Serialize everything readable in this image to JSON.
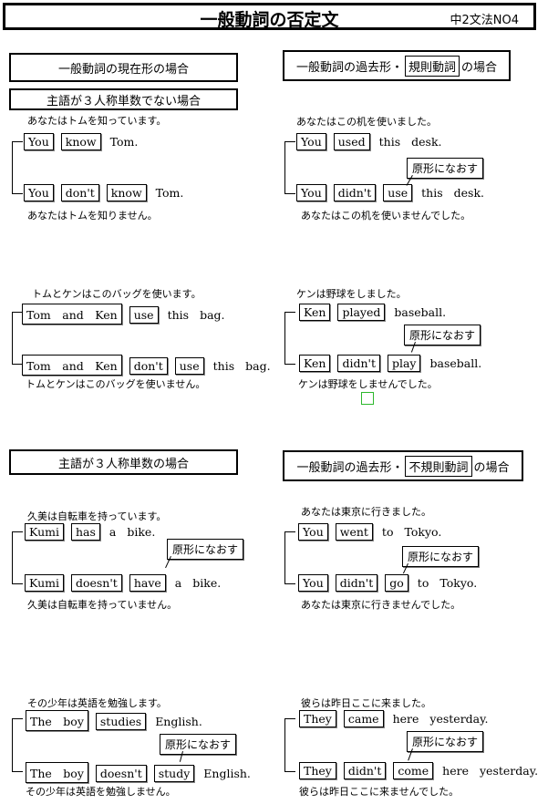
{
  "header": {
    "title": "一般動詞の否定文",
    "subtitle": "中2文法NO4"
  },
  "sections": {
    "present": "一般動詞の現在形の場合",
    "not_third": "主語が３人称単数でない場合",
    "third": "主語が３人称単数の場合",
    "past_regular": {
      "prefix": "一般動詞の過去形・",
      "boxed": "規則動詞",
      "suffix": " の場合"
    },
    "past_irregular": {
      "prefix": "一般動詞の過去形・",
      "boxed": "不規則動詞",
      "suffix": " の場合"
    }
  },
  "note_label": "原形になおす",
  "examples": {
    "ex1": {
      "jp_top": "あなたはトムを知っています。",
      "jp_bottom": "あなたはトムを知りません。",
      "pos": [
        "You",
        "know",
        "Tom."
      ],
      "neg": [
        "You",
        "don't",
        "know",
        "Tom."
      ]
    },
    "ex2": {
      "jp_top": "あなたはこの机を使いました。",
      "jp_bottom": "あなたはこの机を使いませんでした。",
      "pos": [
        "You",
        "used",
        "this",
        "desk."
      ],
      "neg": [
        "You",
        "didn't",
        "use",
        "this",
        "desk."
      ]
    },
    "ex3": {
      "jp_top": "トムとケンはこのバッグを使います。",
      "jp_bottom": "トムとケンはこのバッグを使いません。",
      "pos": [
        "Tom　and　Ken",
        "use",
        "this",
        "bag."
      ],
      "neg": [
        "Tom　and　Ken",
        "don't",
        "use",
        "this",
        "bag."
      ]
    },
    "ex4": {
      "jp_top": "ケンは野球をしました。",
      "jp_bottom": "ケンは野球をしませんでした。",
      "pos": [
        "Ken",
        "played",
        "baseball."
      ],
      "neg": [
        "Ken",
        "didn't",
        "play",
        "baseball."
      ]
    },
    "ex5": {
      "jp_top": "久美は自転車を持っています。",
      "jp_bottom": "久美は自転車を持っていません。",
      "pos": [
        "Kumi",
        "has",
        "a",
        "bike."
      ],
      "neg": [
        "Kumi",
        "doesn't",
        "have",
        "a",
        "bike."
      ]
    },
    "ex6": {
      "jp_top": "あなたは東京に行きました。",
      "jp_bottom": "あなたは東京に行きませんでした。",
      "pos": [
        "You",
        "went",
        "to",
        "Tokyo."
      ],
      "neg": [
        "You",
        "didn't",
        "go",
        "to",
        "Tokyo."
      ]
    },
    "ex7": {
      "jp_top": "その少年は英語を勉強します。",
      "jp_bottom": "その少年は英語を勉強しません。",
      "pos": [
        "The　boy",
        "studies",
        "English."
      ],
      "neg": [
        "The　boy",
        "doesn't",
        "study",
        "English."
      ]
    },
    "ex8": {
      "jp_top": "彼らは昨日ここに来ました。",
      "jp_bottom": "彼らは昨日ここに来ませんでした。",
      "pos": [
        "They",
        "came",
        "here",
        "yesterday."
      ],
      "neg": [
        "They",
        "didn't",
        "come",
        "here",
        "yesterday."
      ]
    }
  }
}
